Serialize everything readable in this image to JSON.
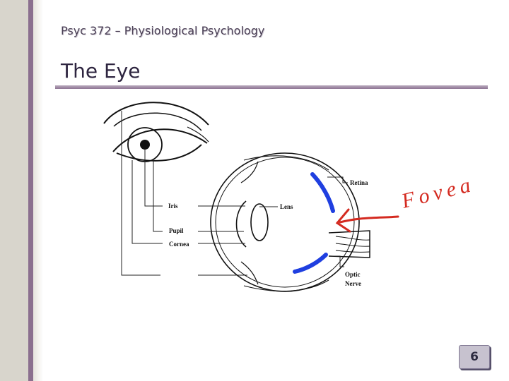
{
  "header": {
    "course_title": "Psyc 372 – Physiological Psychology",
    "slide_title": "The Eye"
  },
  "diagram": {
    "labels": {
      "iris": "Iris",
      "pupil": "Pupil",
      "cornea": "Cornea",
      "lens": "Lens",
      "retina": "Retina",
      "optic_nerve_line1": "Optic",
      "optic_nerve_line2": "Nerve"
    },
    "annotation": "Fovea",
    "colors": {
      "annotation": "#d42a20",
      "highlight": "#1f3fe0"
    }
  },
  "footer": {
    "page_number": "6"
  }
}
